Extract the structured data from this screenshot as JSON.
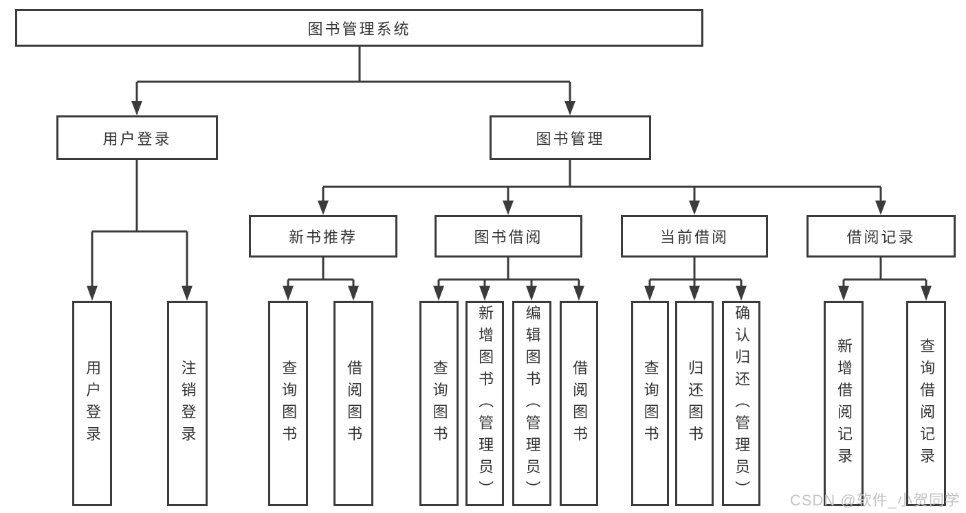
{
  "colors": {
    "line": "#3b3b3b",
    "box_border": "#3b3b3b",
    "box_fill": "#ffffff",
    "text": "#333333",
    "watermark": "#c4c4c4"
  },
  "tree": {
    "root": {
      "label": "图书管理系统"
    },
    "level2": [
      {
        "label": "用户登录",
        "children": [
          {
            "label": "用户登录"
          },
          {
            "label": "注销登录"
          }
        ]
      },
      {
        "label": "图书管理",
        "children": [
          {
            "label": "新书推荐",
            "children": [
              {
                "label": "查询图书"
              },
              {
                "label": "借阅图书"
              }
            ]
          },
          {
            "label": "图书借阅",
            "children": [
              {
                "label": "查询图书"
              },
              {
                "label": "新增图书（管理员）"
              },
              {
                "label": "编辑图书（管理员）"
              },
              {
                "label": "借阅图书"
              }
            ]
          },
          {
            "label": "当前借阅",
            "children": [
              {
                "label": "查询图书"
              },
              {
                "label": "归还图书"
              },
              {
                "label": "确认归还（管理员）"
              }
            ]
          },
          {
            "label": "借阅记录",
            "children": [
              {
                "label": "新增借阅记录"
              },
              {
                "label": "查询借阅记录"
              }
            ]
          }
        ]
      }
    ]
  },
  "watermark": {
    "text": "CSDN @软件_小贺同学"
  }
}
